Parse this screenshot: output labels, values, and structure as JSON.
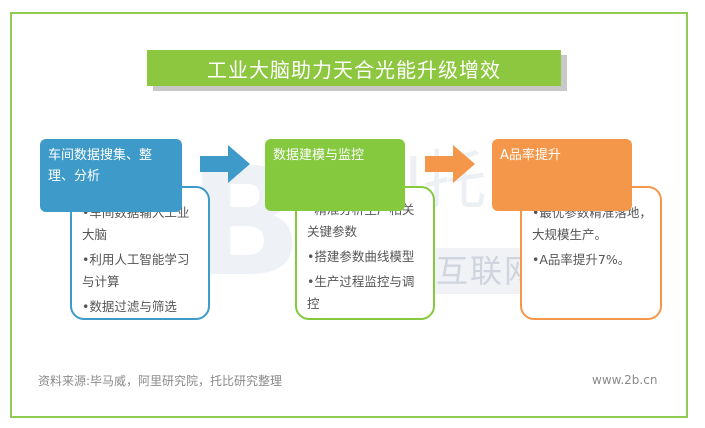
{
  "title": "工业大脑助力天合光能升级增效",
  "watermark": {
    "logo": "2B",
    "cn_text": "CN托比网",
    "band_text": "数字产业互联网化"
  },
  "steps": [
    {
      "heading": "车间数据搜集、整理、分析",
      "items": [
        "•车间数据输入工业大脑",
        "•利用人工智能学习与计算",
        "•数据过滤与筛选"
      ]
    },
    {
      "heading": "数据建模与监控",
      "items": [
        "•精准分析生产相关关键参数",
        "•搭建参数曲线模型",
        "•生产过程监控与调控"
      ]
    },
    {
      "heading": "A品率提升",
      "items": [
        "•最优参数精准落地，大规模生产。",
        "•A品率提升7%。"
      ]
    }
  ],
  "source": "资料来源:毕马威，阿里研究院，托比研究整理",
  "site": "www.2b.cn",
  "colors": {
    "frame": "#8fcb55",
    "title_bg": "#8dc63f",
    "blue": "#3d9ac9",
    "green": "#84c93e",
    "orange": "#f5974a"
  }
}
